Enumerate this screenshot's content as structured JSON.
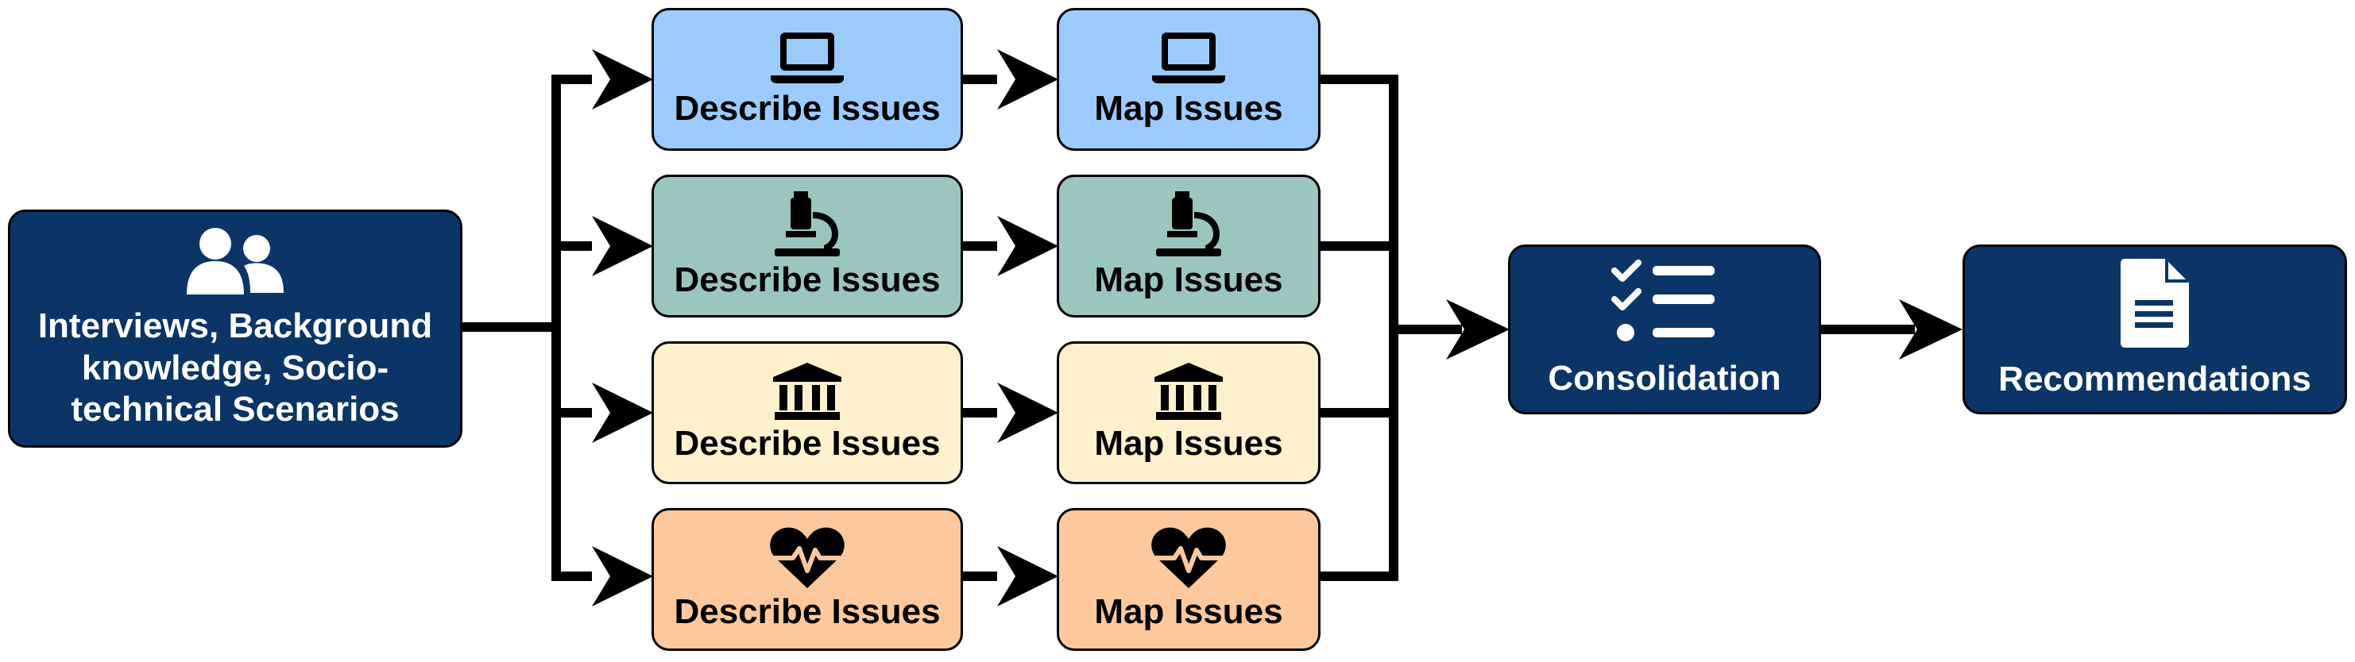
{
  "source": {
    "label": "Interviews, Background knowledge, Socio-technical Scenarios",
    "icon": "users-icon"
  },
  "rows": [
    {
      "theme": "technical",
      "icon": "laptop-icon",
      "color": "#9ccbff",
      "describe_label": "Describe Issues",
      "map_label": "Map Issues"
    },
    {
      "theme": "scientific",
      "icon": "microscope-icon",
      "color": "#9bc6be",
      "describe_label": "Describe Issues",
      "map_label": "Map Issues"
    },
    {
      "theme": "institutional",
      "icon": "bank-icon",
      "color": "#fdf0cd",
      "describe_label": "Describe Issues",
      "map_label": "Map Issues"
    },
    {
      "theme": "health",
      "icon": "heart-pulse-icon",
      "color": "#fdc99c",
      "describe_label": "Describe Issues",
      "map_label": "Map Issues"
    }
  ],
  "consolidation": {
    "label": "Consolidation",
    "icon": "checklist-icon"
  },
  "recommendations": {
    "label": "Recommendations",
    "icon": "document-icon"
  },
  "colors": {
    "dark_node": "#0b3566",
    "stroke": "#000000"
  }
}
